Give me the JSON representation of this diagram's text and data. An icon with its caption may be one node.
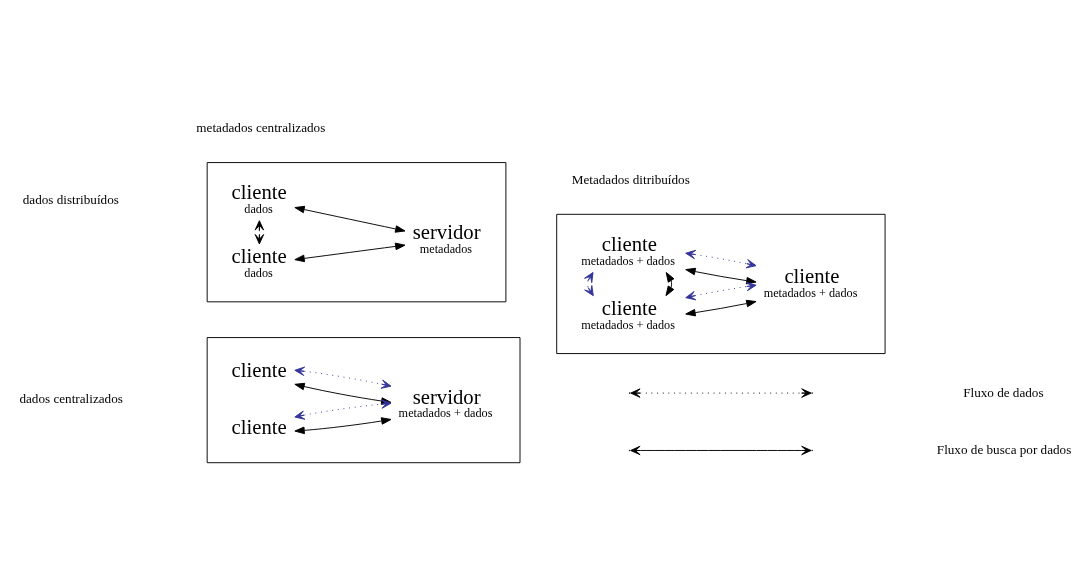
{
  "diagram": {
    "nodes": [
      {
        "text": [],
        "shape": "box"
      },
      {
        "text": [
          "cliente",
          "dados"
        ],
        "in": 0
      },
      {
        "text": [
          "servidor",
          "metadados"
        ],
        "in": 0
      },
      {
        "text": [
          "cliente",
          "dados"
        ],
        "in": 0
      },
      {
        "text": [],
        "shape": "box"
      },
      {
        "text": [
          "cliente",
          "metadados + dados"
        ],
        "in": 4
      },
      {
        "text": [
          "cliente",
          "metadados + dados"
        ],
        "in": 4
      },
      {
        "text": [
          "cliente",
          "metadados + dados"
        ],
        "in": 4
      },
      {
        "text": [],
        "shape": "box"
      },
      {
        "text": [
          "cliente"
        ],
        "in": 8
      },
      {
        "text": [
          "servidor",
          "metadados + dados"
        ],
        "in": 8
      },
      {
        "text": [
          "cliente"
        ],
        "in": 8
      }
    ],
    "edges": [
      {
        "from": 1,
        "to": 2,
        "arrow": "both"
      },
      {
        "from": 3,
        "to": 2,
        "arrow": "both"
      },
      {
        "from": 1,
        "to": 3,
        "arrow": "both",
        "style": "dashed"
      },
      {
        "from": 5,
        "to": 6,
        "arrow": "both"
      },
      {
        "from": 5,
        "to": 7,
        "arrow": "both"
      },
      {
        "from": 7,
        "to": 6,
        "arrow": "both"
      },
      {
        "from": 5,
        "to": 6,
        "arrow": "both",
        "style": "dashed",
        "color": "#333399"
      },
      {
        "from": 5,
        "to": 7,
        "arrow": "both",
        "style": "dashed",
        "color": "#333399"
      },
      {
        "from": 7,
        "to": 6,
        "arrow": "both",
        "style": "dashed",
        "color": "#333399"
      },
      {
        "from": 9,
        "to": 10,
        "arrow": "both"
      },
      {
        "from": 11,
        "to": 10,
        "arrow": "both"
      },
      {
        "from": 9,
        "to": 10,
        "arrow": "both",
        "style": "dashed",
        "color": "#333399"
      },
      {
        "from": 11,
        "to": 10,
        "arrow": "both",
        "style": "dashed",
        "color": "#333399"
      }
    ],
    "labels": [
      "metadados centralizados",
      "Metadados ditribuídos",
      "dados distribuídos",
      "dados centralizados"
    ],
    "legend": [
      {
        "text": "Fluxo de dados"
      },
      {
        "text": "Fluxo de busca por dados"
      }
    ]
  }
}
